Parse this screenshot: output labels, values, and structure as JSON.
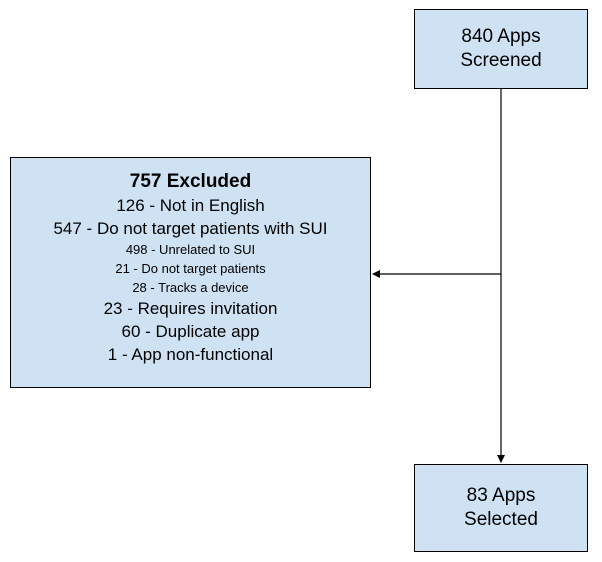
{
  "boxes": {
    "screened": {
      "line1": "840 Apps",
      "line2": "Screened"
    },
    "excluded": {
      "title": "757 Excluded",
      "reasons": [
        "126 - Not in English",
        "547 - Do not target patients with SUI",
        "498 - Unrelated to SUI",
        "21 - Do not target patients",
        "28 - Tracks a device",
        "23 - Requires invitation",
        "60 - Duplicate app",
        "1 - App non-functional"
      ]
    },
    "selected": {
      "line1": "83 Apps",
      "line2": "Selected"
    }
  },
  "colors": {
    "box_fill": "#cfe2f3",
    "border": "#000000",
    "arrow": "#000000"
  }
}
